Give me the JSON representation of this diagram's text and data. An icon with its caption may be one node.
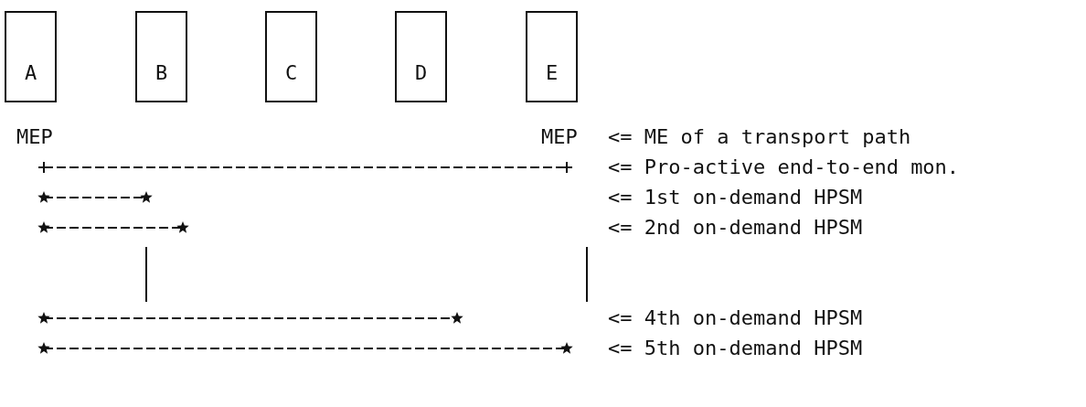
{
  "diagram": {
    "nodes": [
      {
        "text": [
          "A"
        ]
      },
      {
        "text": [
          "B"
        ]
      },
      {
        "text": [
          "C"
        ]
      },
      {
        "text": [
          "D"
        ]
      },
      {
        "text": [
          "E"
        ]
      }
    ],
    "labels": [
      "MEP",
      "MEP",
      "<= ME of a transport path",
      "<= Pro-active end-to-end mon.",
      "<= 1st on-demand HPSM",
      "<= 2nd on-demand HPSM",
      "<= 4th on-demand HPSM",
      "<= 5th on-demand HPSM"
    ]
  }
}
